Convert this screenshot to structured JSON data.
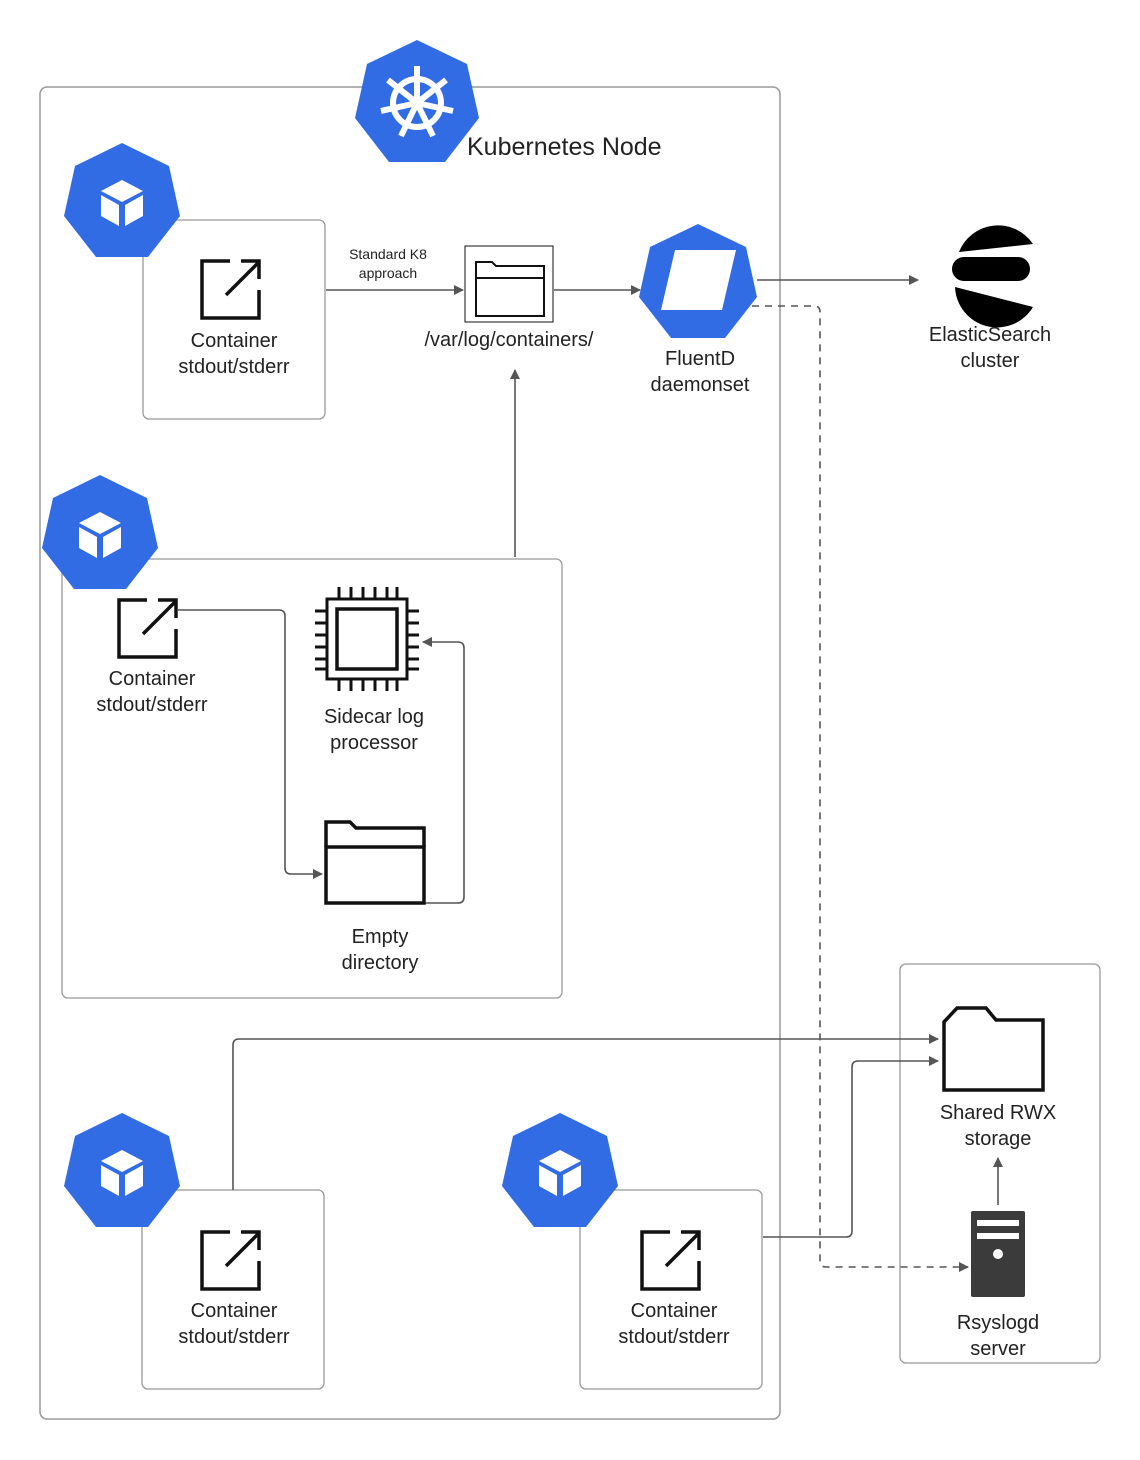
{
  "node": {
    "title": "Kubernetes Node"
  },
  "pods": {
    "pod1": {
      "container_label": "Container\nstdout/stderr"
    },
    "pod2": {
      "container_label": "Container\nstdout/stderr",
      "sidecar_label": "Sidecar log\nprocessor",
      "emptydir_label": "Empty\ndirectory"
    },
    "pod3": {
      "container_label": "Container\nstdout/stderr"
    },
    "pod4": {
      "container_label": "Container\nstdout/stderr"
    }
  },
  "edges": {
    "standard_label": "Standard K8\napproach"
  },
  "logdir": {
    "label": "/var/log/containers/"
  },
  "fluentd": {
    "label": "FluentD\ndaemonset"
  },
  "elastic": {
    "label": "ElasticSearch\ncluster"
  },
  "storage": {
    "label": "Shared RWX\nstorage"
  },
  "rsyslog": {
    "label": "Rsyslogd\nserver"
  },
  "colors": {
    "k8s_blue": "#326ce5",
    "line": "#555555",
    "box_border": "#999999"
  }
}
